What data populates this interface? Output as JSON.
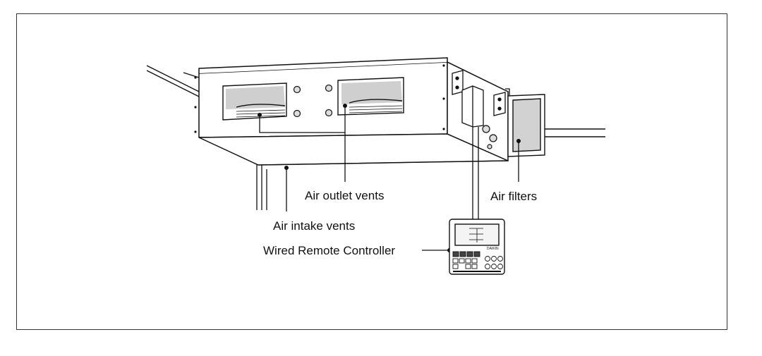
{
  "labels": {
    "air_outlet_vents": "Air outlet vents",
    "air_filters": "Air filters",
    "air_intake_vents": "Air intake vents",
    "wired_remote_controller": "Wired Remote Controller"
  },
  "controller": {
    "brand": "DAIKIN"
  },
  "colors": {
    "line": "#111111",
    "vent_fill": "#cfcfcf",
    "filter_fill": "#d2d2d2",
    "screen_fill": "#f4f4f4"
  }
}
